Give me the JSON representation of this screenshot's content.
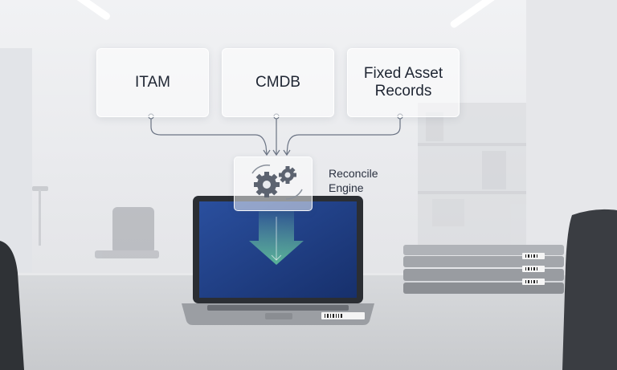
{
  "sources": [
    {
      "label_line1": "ITAM",
      "label_line2": ""
    },
    {
      "label_line1": "CMDB",
      "label_line2": ""
    },
    {
      "label_line1": "Fixed Asset",
      "label_line2": "Records"
    }
  ],
  "engine": {
    "label_line1": "Reconcile",
    "label_line2": "Engine"
  },
  "colors": {
    "arrow": "#5fbf9a",
    "screen": "#1e3f8a",
    "lines": "#6b7484"
  }
}
